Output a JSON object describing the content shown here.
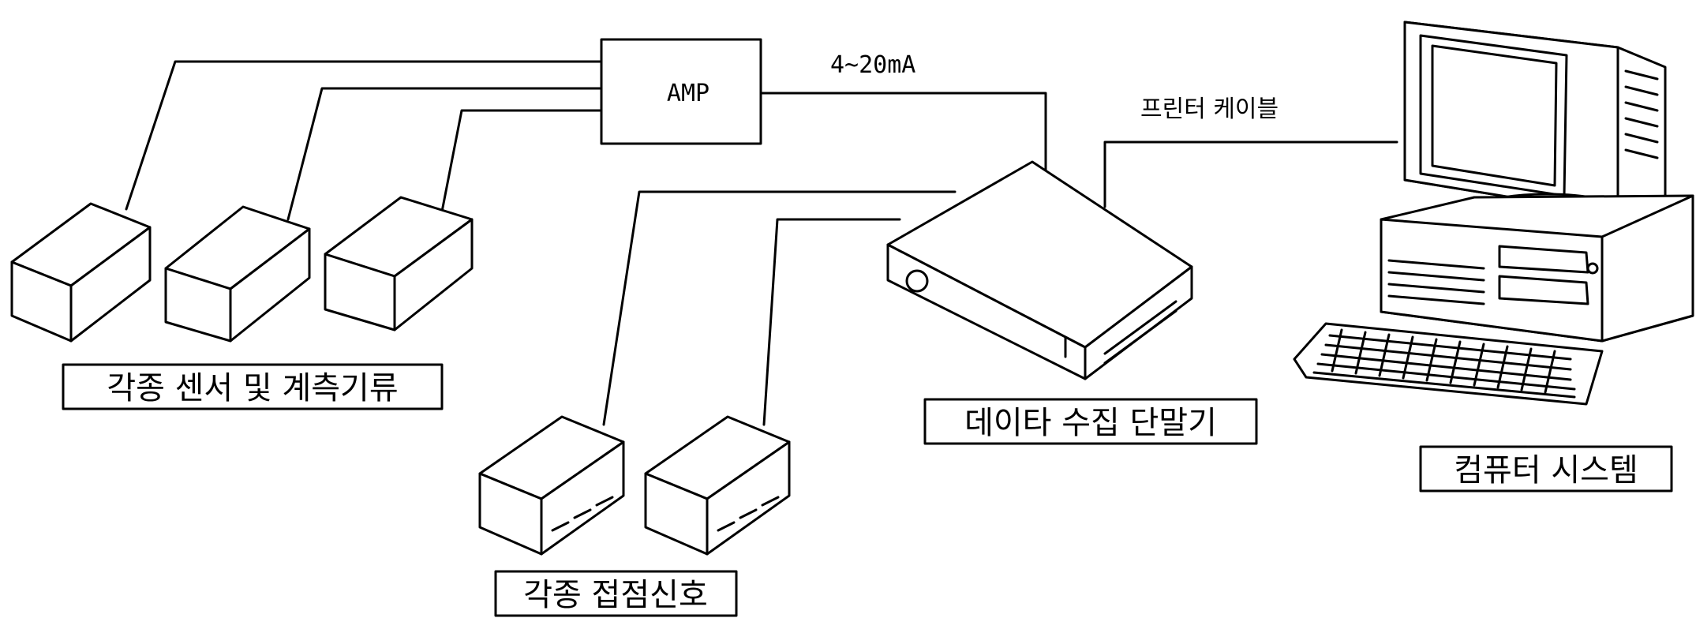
{
  "labels": {
    "amp": "AMP",
    "current_signal": "4~20mA",
    "printer_cable": "프린터 케이블",
    "sensors": "각종 센서 및 계측기류",
    "contact_signals": "각종 접점신호",
    "data_terminal": "데이타 수집 단말기",
    "computer_system": "컴퓨터 시스템"
  }
}
